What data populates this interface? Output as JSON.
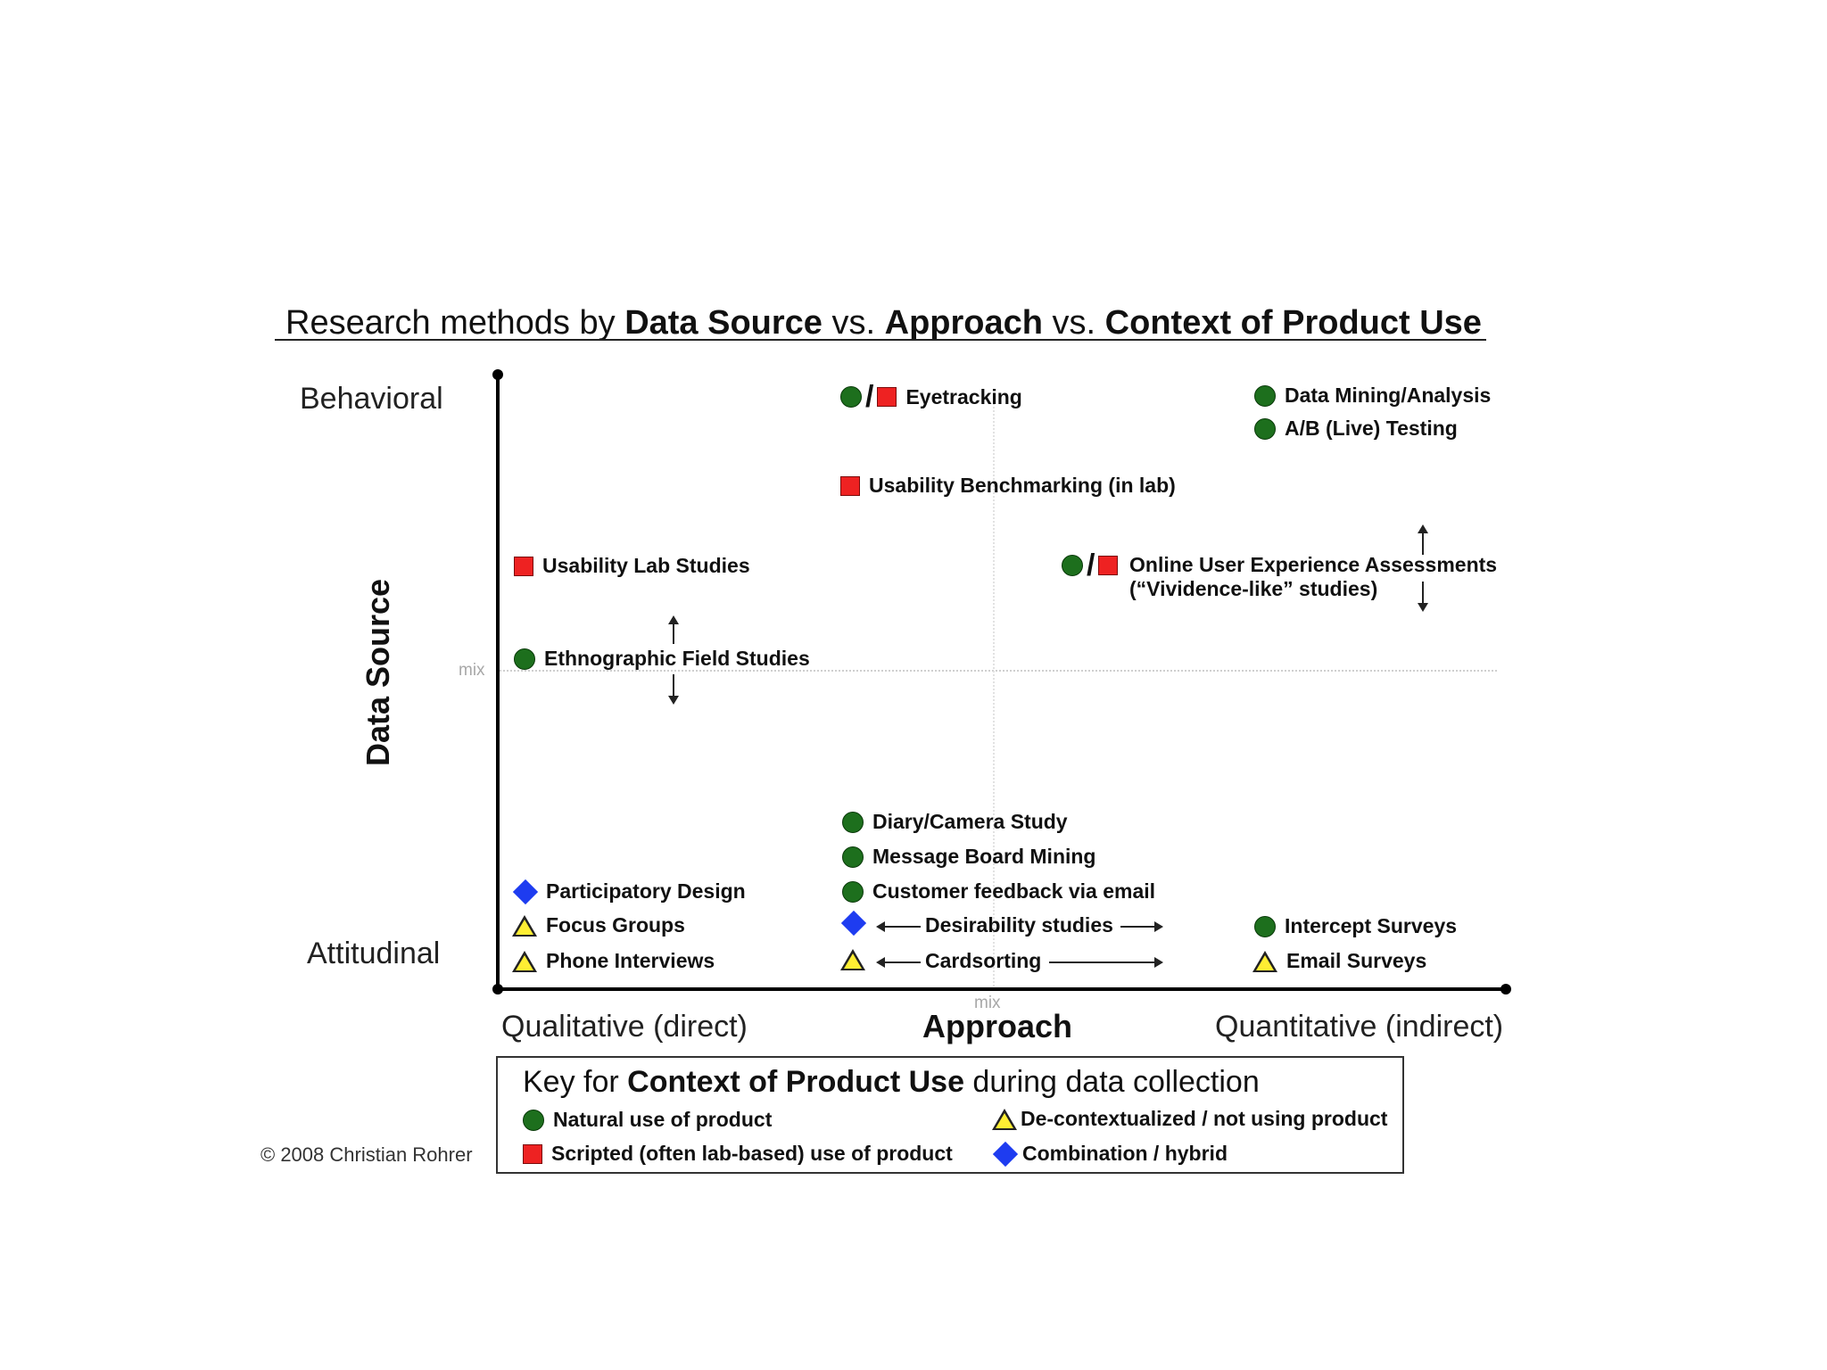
{
  "title": {
    "prefix": "Research methods by ",
    "data_source": "Data Source",
    "vs1": " vs. ",
    "approach": "Approach",
    "vs2": " vs. ",
    "context": "Context of Product Use"
  },
  "axes": {
    "y_top": "Behavioral",
    "y_bottom": "Attitudinal",
    "y_title": "Data Source",
    "y_mix": "mix",
    "x_left": "Qualitative (direct)",
    "x_right": "Quantitative (indirect)",
    "x_title": "Approach",
    "x_mix": "mix"
  },
  "methods": {
    "eyetracking": "Eyetracking",
    "data_mining": "Data Mining/Analysis",
    "ab_testing": "A/B (Live) Testing",
    "usability_benchmarking": "Usability Benchmarking (in lab)",
    "usability_lab": "Usability Lab Studies",
    "online_ux_line1": "Online User Experience Assessments",
    "online_ux_line2": "(“Vividence-like” studies)",
    "ethnographic": "Ethnographic Field Studies",
    "diary_camera": "Diary/Camera Study",
    "message_board": "Message Board Mining",
    "customer_feedback": "Customer feedback via email",
    "participatory": "Participatory Design",
    "focus_groups": "Focus Groups",
    "phone_interviews": "Phone Interviews",
    "desirability": "Desirability studies",
    "cardsorting": "Cardsorting",
    "intercept_surveys": "Intercept Surveys",
    "email_surveys": "Email Surveys",
    "slash": "/"
  },
  "legend": {
    "title_prefix": "Key for ",
    "title_bold": "Context of Product Use",
    "title_suffix": " during data collection",
    "natural": "Natural use of product",
    "scripted": "Scripted (often lab-based) use of product",
    "decontextualized": "De-contextualized / not using product",
    "combination": "Combination / hybrid"
  },
  "colors": {
    "natural": "#1d6f1d",
    "scripted": "#ee2222",
    "decontextualized": "#ffee33",
    "combination": "#1e3cf0"
  },
  "copyright": "© 2008 Christian Rohrer"
}
